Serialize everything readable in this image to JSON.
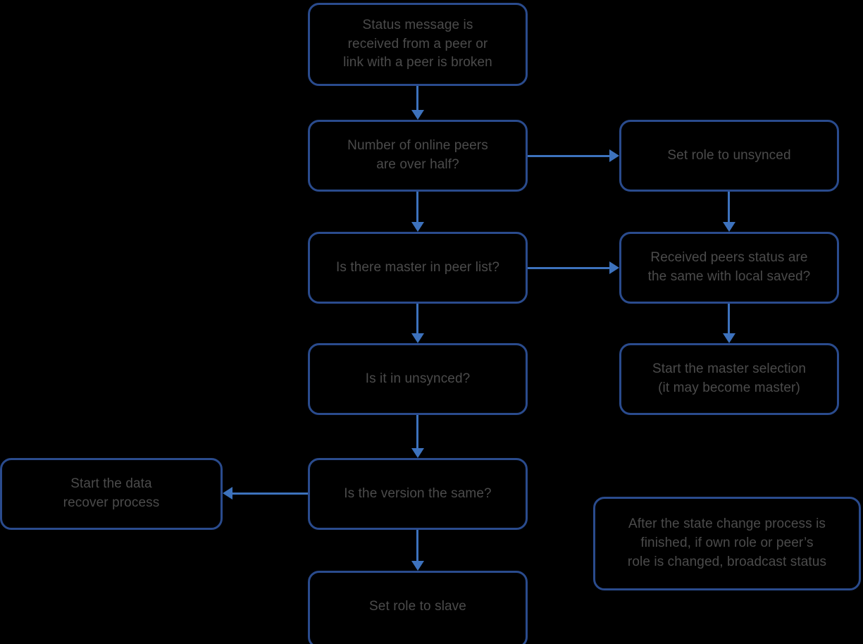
{
  "diagram": {
    "title": "Peer status change state machine flowchart",
    "colors": {
      "background": "#000000",
      "node_border": "#2a4b8d",
      "connector": "#3d72bd",
      "text": "#4b4b4b"
    },
    "nodes": [
      {
        "id": "status-message-received",
        "label": "Status message is received from a peer or link with a peer is broken",
        "lines": [
          "Status message is",
          "received from a peer or",
          "link with a peer is broken"
        ]
      },
      {
        "id": "online-peers-over-half",
        "label": "Number of online peers are over half?",
        "lines": [
          "Number of online peers",
          "are over half?"
        ]
      },
      {
        "id": "set-role-to-unsynced",
        "label": "Set role to unsynced",
        "lines": [
          "Set role to unsynced"
        ]
      },
      {
        "id": "master-in-peer-list",
        "label": "Is there master in peer list?",
        "lines": [
          "Is there master in peer list?"
        ]
      },
      {
        "id": "received-peers-status-same",
        "label": "Received peers status are the same with local saved?",
        "lines": [
          "Received peers status are",
          "the same with local saved?"
        ]
      },
      {
        "id": "is-it-in-unsynced",
        "label": "Is it in unsynced?",
        "lines": [
          "Is it in unsynced?"
        ]
      },
      {
        "id": "start-master-selection",
        "label": "Start the master selection (it may become master)",
        "lines": [
          "Start the master selection",
          "(it may become master)"
        ]
      },
      {
        "id": "start-data-recover",
        "label": "Start the data recover process",
        "lines": [
          "Start the data",
          "recover process"
        ]
      },
      {
        "id": "is-version-the-same",
        "label": "Is the version the same?",
        "lines": [
          "Is the version the same?"
        ]
      },
      {
        "id": "set-role-to-slave",
        "label": "Set role to slave",
        "lines": [
          "Set role to slave"
        ]
      },
      {
        "id": "broadcast-status-note",
        "label": "After the state change process is finished, if own role or peer’s role is changed, broadcast status",
        "lines": [
          "After the state change process is",
          "finished, if own role or peer’s",
          "role is changed, broadcast status"
        ]
      }
    ],
    "edges": [
      {
        "from": "status-message-received",
        "to": "online-peers-over-half",
        "direction": "down"
      },
      {
        "from": "online-peers-over-half",
        "to": "set-role-to-unsynced",
        "direction": "right"
      },
      {
        "from": "online-peers-over-half",
        "to": "master-in-peer-list",
        "direction": "down"
      },
      {
        "from": "set-role-to-unsynced",
        "to": "received-peers-status-same",
        "direction": "down"
      },
      {
        "from": "master-in-peer-list",
        "to": "received-peers-status-same",
        "direction": "right"
      },
      {
        "from": "master-in-peer-list",
        "to": "is-it-in-unsynced",
        "direction": "down"
      },
      {
        "from": "received-peers-status-same",
        "to": "start-master-selection",
        "direction": "down"
      },
      {
        "from": "is-it-in-unsynced",
        "to": "is-version-the-same",
        "direction": "down"
      },
      {
        "from": "is-version-the-same",
        "to": "start-data-recover",
        "direction": "left"
      },
      {
        "from": "is-version-the-same",
        "to": "set-role-to-slave",
        "direction": "down"
      }
    ]
  }
}
